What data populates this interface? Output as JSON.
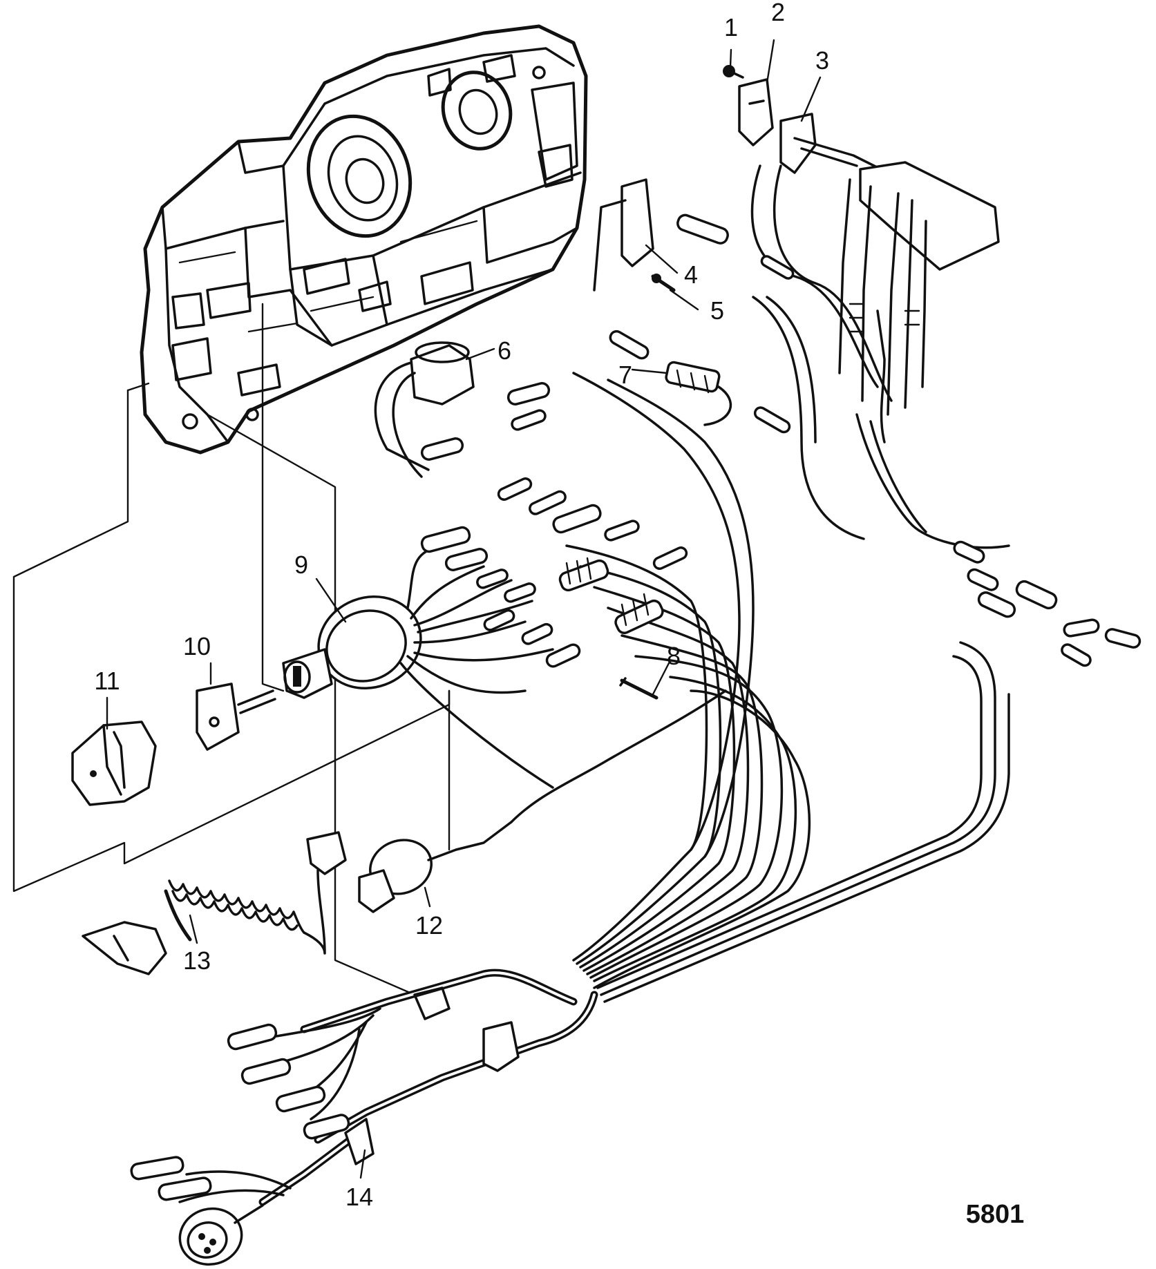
{
  "figure_number": "5801",
  "callouts": [
    {
      "id": "1",
      "label": "1"
    },
    {
      "id": "2",
      "label": "2"
    },
    {
      "id": "3",
      "label": "3"
    },
    {
      "id": "4",
      "label": "4"
    },
    {
      "id": "5",
      "label": "5"
    },
    {
      "id": "6",
      "label": "6"
    },
    {
      "id": "7",
      "label": "7"
    },
    {
      "id": "8",
      "label": "8"
    },
    {
      "id": "9",
      "label": "9"
    },
    {
      "id": "10",
      "label": "10"
    },
    {
      "id": "11",
      "label": "11"
    },
    {
      "id": "12",
      "label": "12"
    },
    {
      "id": "13",
      "label": "13"
    },
    {
      "id": "14",
      "label": "14"
    }
  ]
}
